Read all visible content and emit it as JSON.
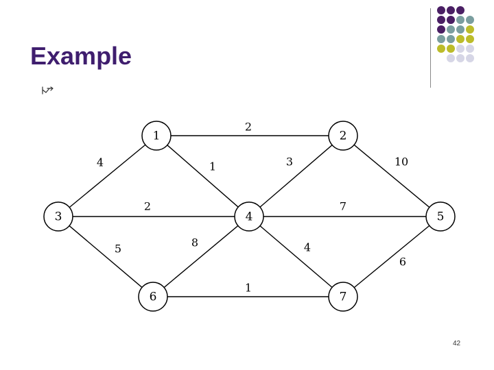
{
  "slide": {
    "title": "Example",
    "page_number": "42"
  },
  "theme": {
    "title_color": "#3f1e6e",
    "dot_colors": {
      "purple": "#4a1f64",
      "teal": "#7a9e9f",
      "olive": "#bcbc2a",
      "lavender": "#d6d6e6"
    },
    "dot_rows": [
      [
        "purple",
        "purple",
        "purple",
        "none"
      ],
      [
        "purple",
        "purple",
        "teal",
        "teal"
      ],
      [
        "purple",
        "teal",
        "teal",
        "olive"
      ],
      [
        "teal",
        "teal",
        "olive",
        "olive"
      ],
      [
        "olive",
        "olive",
        "lavender",
        "lavender"
      ],
      [
        "none",
        "lavender",
        "lavender",
        "lavender"
      ]
    ]
  },
  "graph": {
    "nodes": [
      {
        "id": "1",
        "label": "1"
      },
      {
        "id": "2",
        "label": "2"
      },
      {
        "id": "3",
        "label": "3"
      },
      {
        "id": "4",
        "label": "4"
      },
      {
        "id": "5",
        "label": "5"
      },
      {
        "id": "6",
        "label": "6"
      },
      {
        "id": "7",
        "label": "7"
      }
    ],
    "edges": [
      {
        "from": "1",
        "to": "2",
        "weight": "2"
      },
      {
        "from": "1",
        "to": "3",
        "weight": "4"
      },
      {
        "from": "1",
        "to": "4",
        "weight": "1"
      },
      {
        "from": "2",
        "to": "4",
        "weight": "3"
      },
      {
        "from": "2",
        "to": "5",
        "weight": "10"
      },
      {
        "from": "3",
        "to": "4",
        "weight": "2"
      },
      {
        "from": "4",
        "to": "5",
        "weight": "7"
      },
      {
        "from": "3",
        "to": "6",
        "weight": "5"
      },
      {
        "from": "4",
        "to": "6",
        "weight": "8"
      },
      {
        "from": "4",
        "to": "7",
        "weight": "4"
      },
      {
        "from": "5",
        "to": "7",
        "weight": "6"
      },
      {
        "from": "6",
        "to": "7",
        "weight": "1"
      }
    ]
  }
}
